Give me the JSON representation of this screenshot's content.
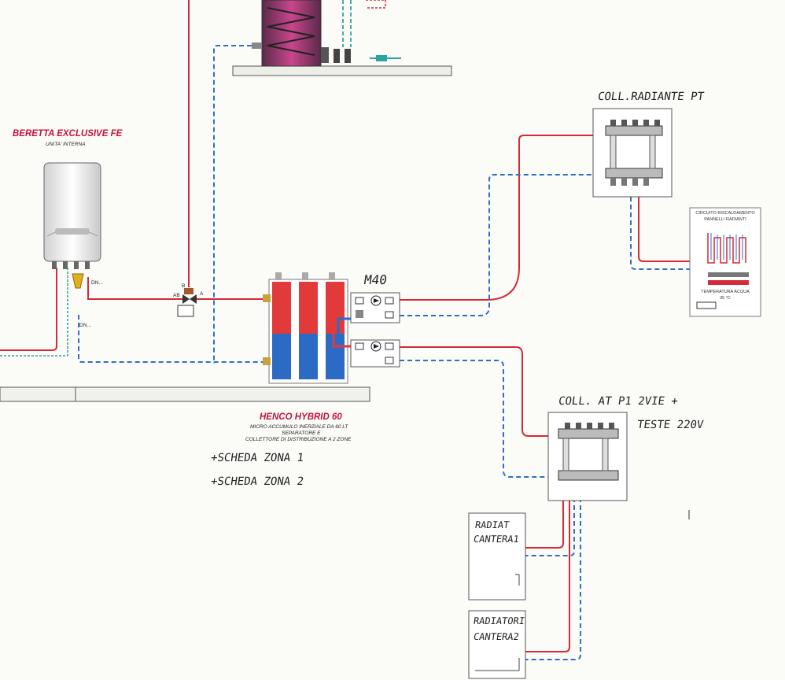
{
  "labels": {
    "boiler_title": "BERETTA EXCLUSIVE FE",
    "boiler_subtitle": "UNITA' INTERNA",
    "boiler_dn1": "DN...",
    "boiler_dn2": "DN...",
    "valve_b": "B",
    "valve_ab": "AB",
    "valve_a": "A",
    "module_title": "HENCO  HYBRID 60",
    "module_desc1": "MICRO ACCUMULO INERZIALE DA 60 LT",
    "module_desc2": "SEPARATORE E",
    "module_desc3": "COLLETTORE DI DISTRIBUZIONE A 2 ZONE",
    "hand_m40": "M40",
    "hand_scheda1": "+SCHEDA ZONA 1",
    "hand_scheda2": "+SCHEDA ZONA 2",
    "hand_coll_pt": "COLL.RADIANTE PT",
    "hand_coll_at_1": "COLL. AT P1 2VIE +",
    "hand_coll_at_2": "TESTE 220V",
    "hand_rad1_a": "RADIAT",
    "hand_rad1_b": "CANTERA1",
    "hand_rad2_a": "RADIATORI",
    "hand_rad2_b": "CANTERA2",
    "floor_card_1": "CIRCUITO RISCALDAMENTO",
    "floor_card_2": "PANNELLI RADIANTI",
    "floor_card_3": "TEMPERATURA ACQUA",
    "floor_card_4": "35 °C"
  },
  "colors": {
    "supply": "#d42a3a",
    "return": "#2f6fc6",
    "dhw": "#2aa6a0",
    "ink": "#333333"
  }
}
